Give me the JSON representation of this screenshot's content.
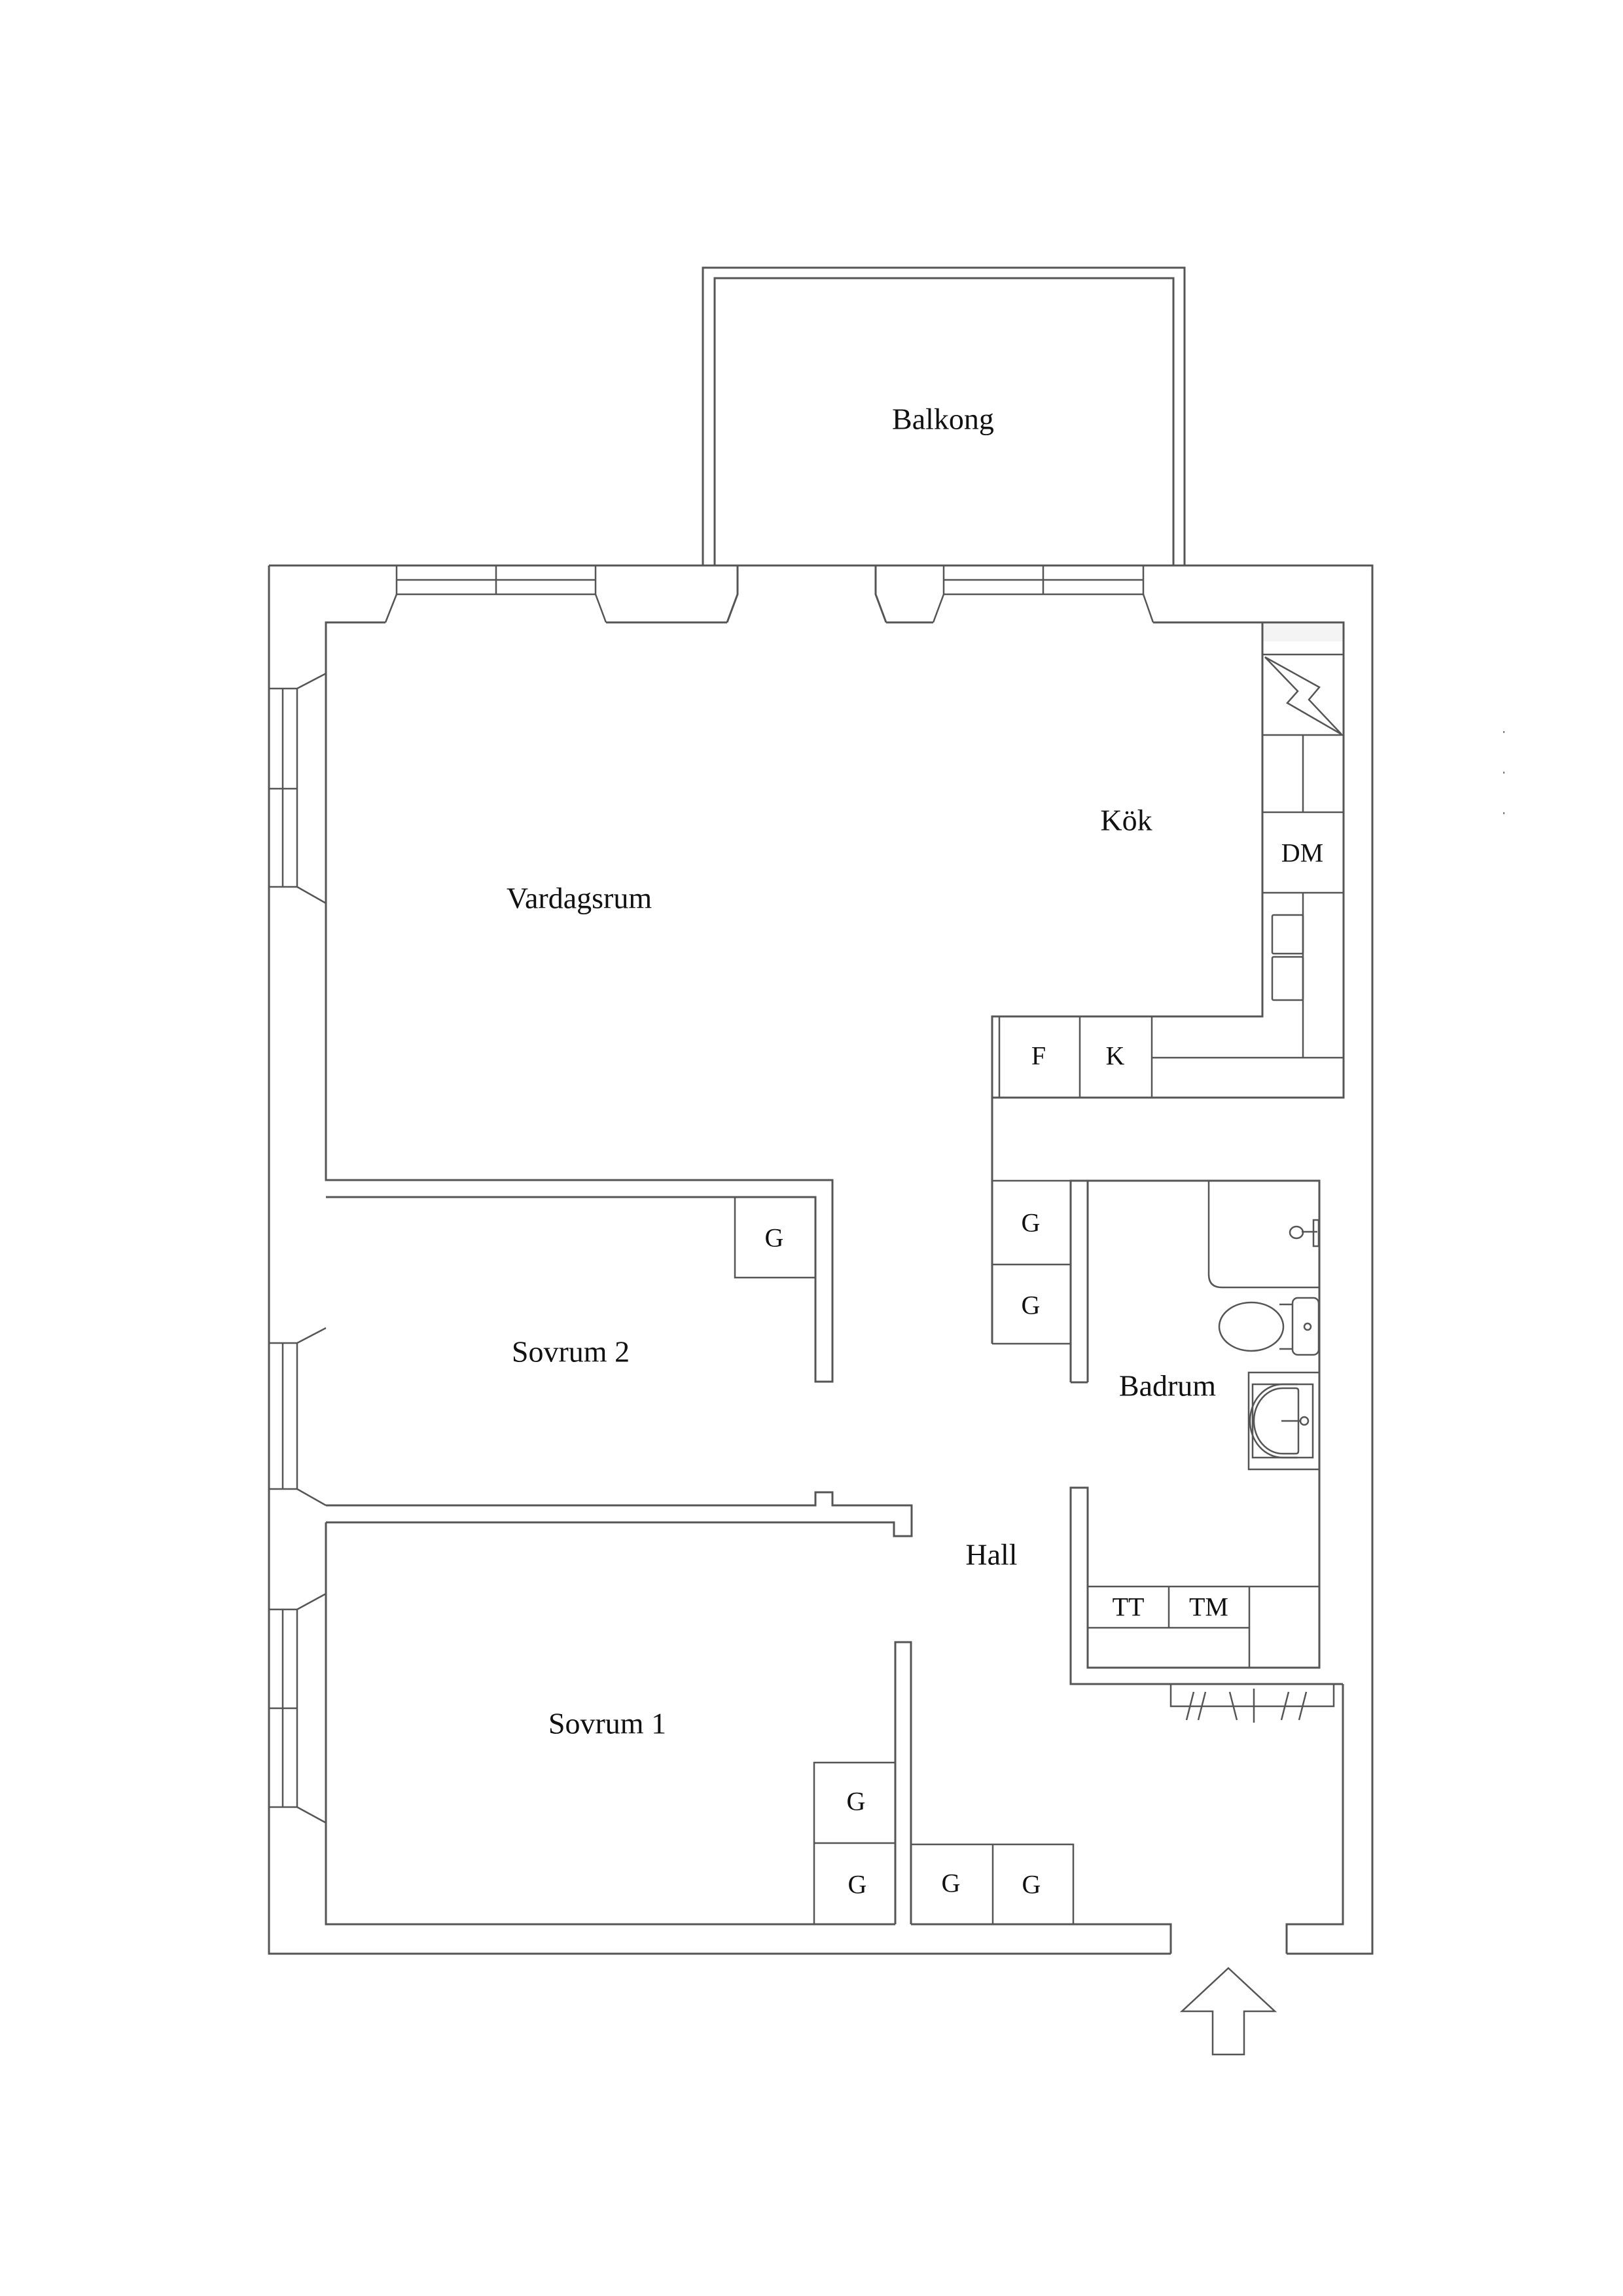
{
  "floorplan": {
    "rooms": {
      "balcony": "Balkong",
      "living_room": "Vardagsrum",
      "kitchen": "Kök",
      "bedroom_2": "Sovrum 2",
      "bedroom_1": "Sovrum 1",
      "bathroom": "Badrum",
      "hall": "Hall"
    },
    "fixtures": {
      "dishwasher": "DM",
      "freezer": "F",
      "fridge": "K",
      "tumble_dryer": "TT",
      "washing_machine": "TM",
      "wardrobe": "G"
    },
    "wardrobe_labels": [
      "G",
      "G",
      "G",
      "G",
      "G",
      "G",
      "G"
    ],
    "entrance_icon": "arrow-up-icon",
    "stove_icon": "lightning-icon",
    "line_color": "#555555",
    "text_color": "#111111",
    "background": "#ffffff"
  }
}
